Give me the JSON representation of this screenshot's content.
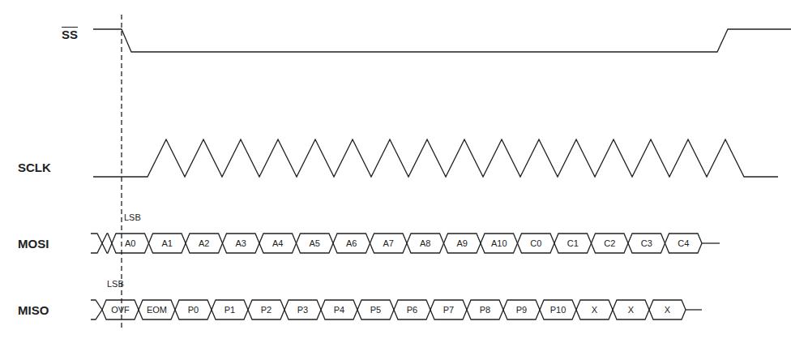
{
  "diagram": {
    "labels": [
      "SS",
      "SCLK",
      "MOSI",
      "MISO",
      "LSB",
      "LSB",
      "A0",
      "A1",
      "A2",
      "A3",
      "A4",
      "A5",
      "A6",
      "A7",
      "A8",
      "A9",
      "A10",
      "C0",
      "C1",
      "C2",
      "C3",
      "C4",
      "OVF",
      "EOM",
      "P0",
      "P1",
      "P2",
      "P3",
      "P4",
      "P5",
      "P6",
      "P7",
      "P8",
      "P9",
      "P10",
      "X",
      "X",
      "X"
    ]
  }
}
